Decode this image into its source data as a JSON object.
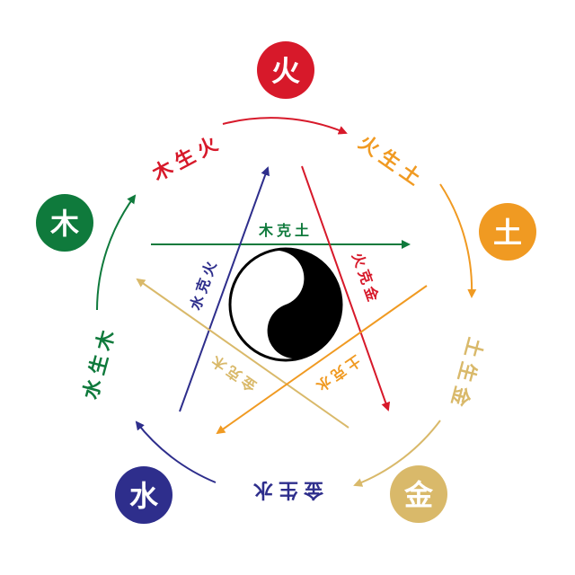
{
  "colors": {
    "fire": "#d7192a",
    "earth": "#f09a22",
    "metal": "#d9b96a",
    "water": "#2e2e8c",
    "wood": "#0f7a3c"
  },
  "elements": {
    "fire": "火",
    "earth": "土",
    "metal": "金",
    "water": "水",
    "wood": "木"
  },
  "generating": {
    "wood_fire": "木生火",
    "fire_earth": "火生土",
    "earth_metal": "土生金",
    "metal_water": "金生水",
    "water_wood": "水生木"
  },
  "overcoming": {
    "wood_earth": "木克土",
    "fire_metal": "火克金",
    "earth_water": "土克水",
    "metal_wood": "金克木",
    "water_fire": "水克火"
  },
  "center_icon": "yin-yang-icon"
}
